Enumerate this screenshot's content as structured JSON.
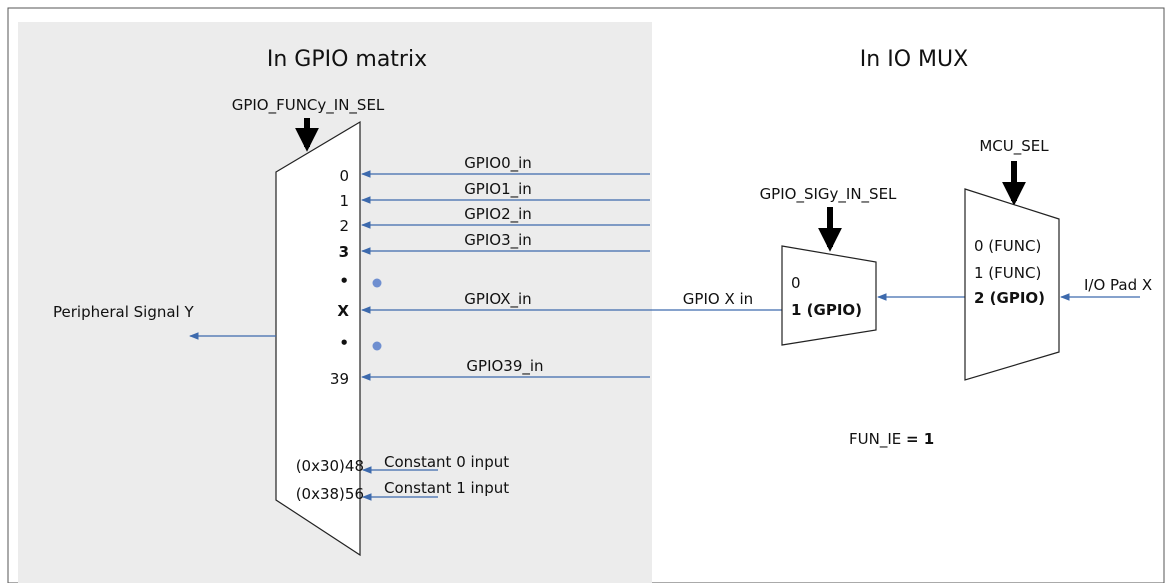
{
  "titles": {
    "gpio_matrix": "In GPIO matrix",
    "io_mux": "In IO MUX"
  },
  "gpio_matrix": {
    "select_label": "GPIO_FUNCy_IN_SEL",
    "output_label": "Peripheral Signal Y",
    "inputs": [
      {
        "index": "0",
        "signal": "GPIO0_in"
      },
      {
        "index": "1",
        "signal": "GPIO1_in"
      },
      {
        "index": "2",
        "signal": "GPIO2_in"
      },
      {
        "index": "3",
        "signal": "GPIO3_in"
      },
      {
        "index": "X",
        "signal": "GPIOX_in"
      },
      {
        "index": "39",
        "signal": "GPIO39_in"
      }
    ],
    "ellipsis": "•",
    "constants": [
      {
        "index": "(0x30)48",
        "label": "Constant 0 input"
      },
      {
        "index": "(0x38)56",
        "label": "Constant 1 input"
      }
    ]
  },
  "sig_mux": {
    "select_label": "GPIO_SIGy_IN_SEL",
    "input_label": "GPIO X in",
    "options": [
      "0",
      "1 (GPIO)"
    ]
  },
  "io_mux": {
    "select_label": "MCU_SEL",
    "options": [
      "0 (FUNC)",
      "1 (FUNC)",
      "2 (GPIO)"
    ],
    "pad_label": "I/O Pad X",
    "fun_ie_prefix": "FUN_IE ",
    "fun_ie_value": "= 1"
  },
  "colors": {
    "panel": "#ececec",
    "arrow": "#3d6aad",
    "dot": "#6f8fd0",
    "select_arrow": "#000000"
  }
}
